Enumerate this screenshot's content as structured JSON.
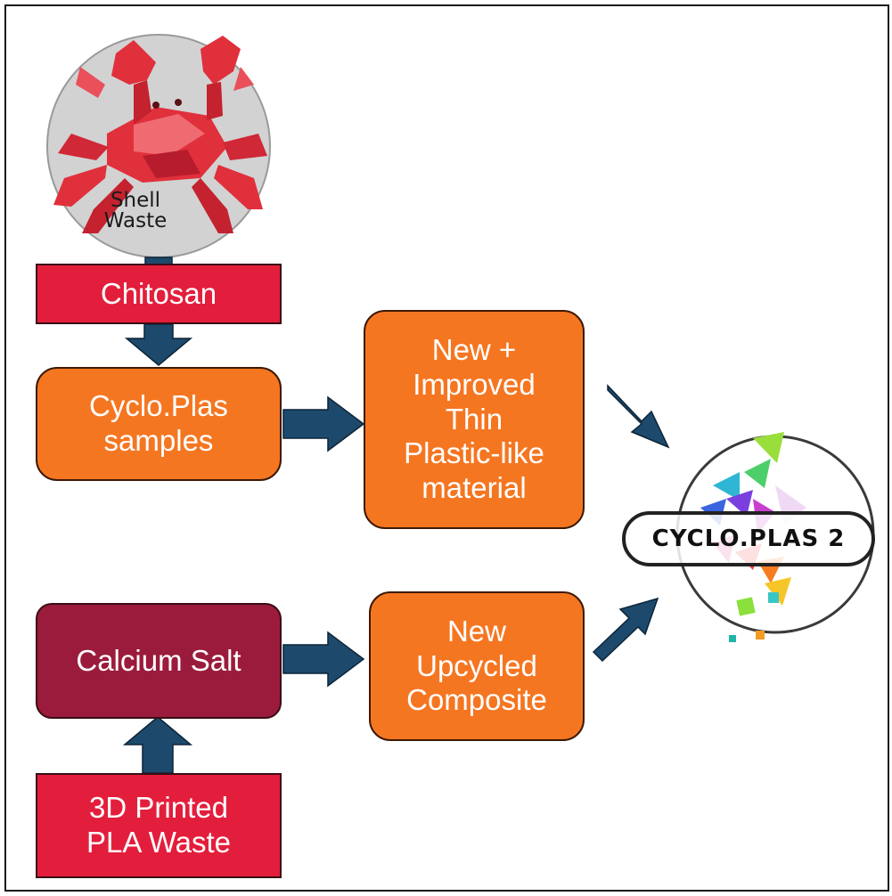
{
  "colors": {
    "red_box": "#e31e3c",
    "maroon_box": "#9b1b3c",
    "orange_box": "#f57621",
    "arrow": "#1d4a6c",
    "crab": "#e0303c",
    "shell_circle": "#d4d4d4"
  },
  "shell_waste": {
    "label": "Shell\nWaste",
    "icon": "crab-icon"
  },
  "nodes": {
    "chitosan": "Chitosan",
    "cycloplas_samples": "Cyclo.Plas\nsamples",
    "thin_material": "New +\nImproved\nThin\nPlastic-like\nmaterial",
    "calcium_salt": "Calcium Salt",
    "pla_waste": "3D Printed\nPLA Waste",
    "composite": "New\nUpcycled\nComposite"
  },
  "logo": {
    "text": "CYCLO.PLAS 2"
  }
}
